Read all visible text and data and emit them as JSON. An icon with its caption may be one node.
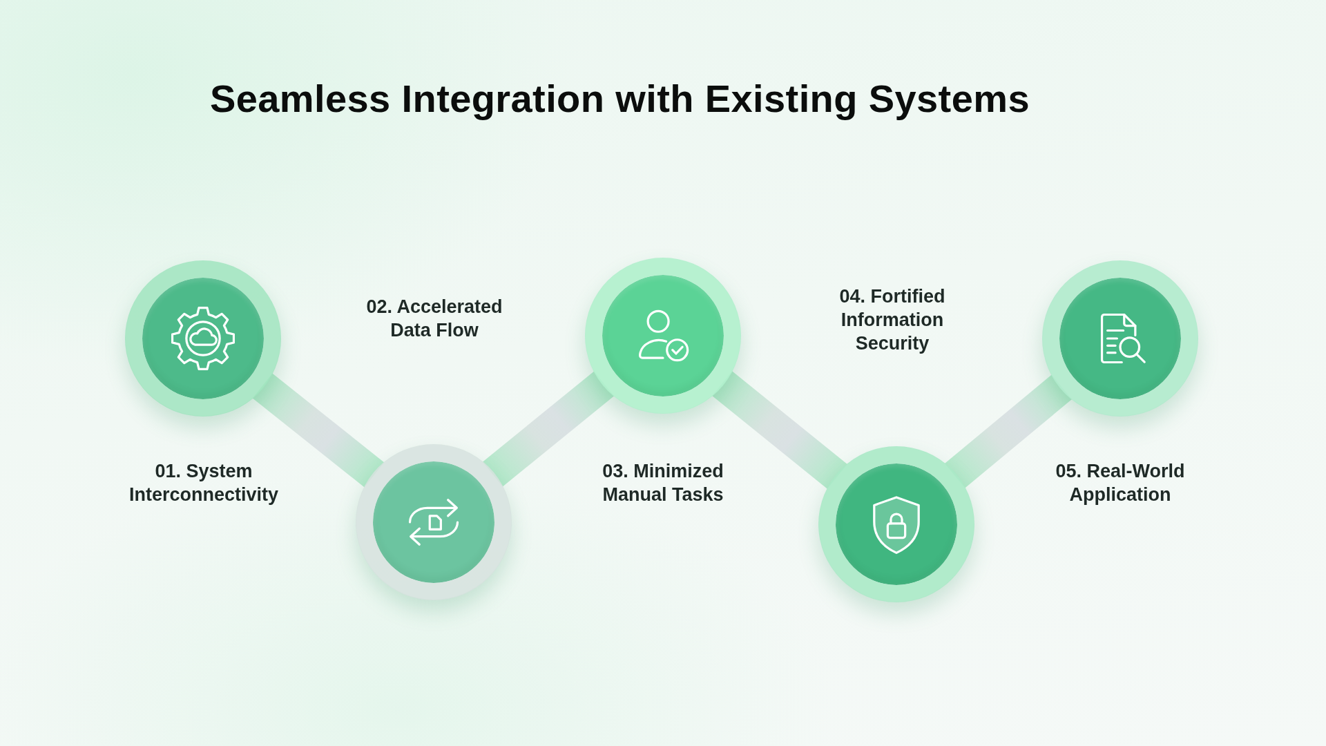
{
  "diagram": {
    "title": "Seamless Integration with Existing Systems",
    "nodes": [
      {
        "text": [],
        "shape": "circle"
      },
      {
        "text": [],
        "shape": "circle"
      },
      {
        "text": [],
        "shape": "circle"
      },
      {
        "text": [],
        "shape": "circle"
      },
      {
        "text": [],
        "shape": "circle"
      }
    ],
    "edges": [
      {
        "from": 0,
        "to": 1,
        "arrow": "none"
      },
      {
        "from": 1,
        "to": 2,
        "arrow": "none"
      },
      {
        "from": 2,
        "to": 3,
        "arrow": "none"
      },
      {
        "from": 3,
        "to": 4,
        "arrow": "none"
      }
    ],
    "labels": [
      "01. System Interconnectivity",
      "02. Accelerated Data Flow",
      "03. Minimized Manual Tasks",
      "04. Fortified Information Security",
      "05. Real-World Application"
    ]
  }
}
